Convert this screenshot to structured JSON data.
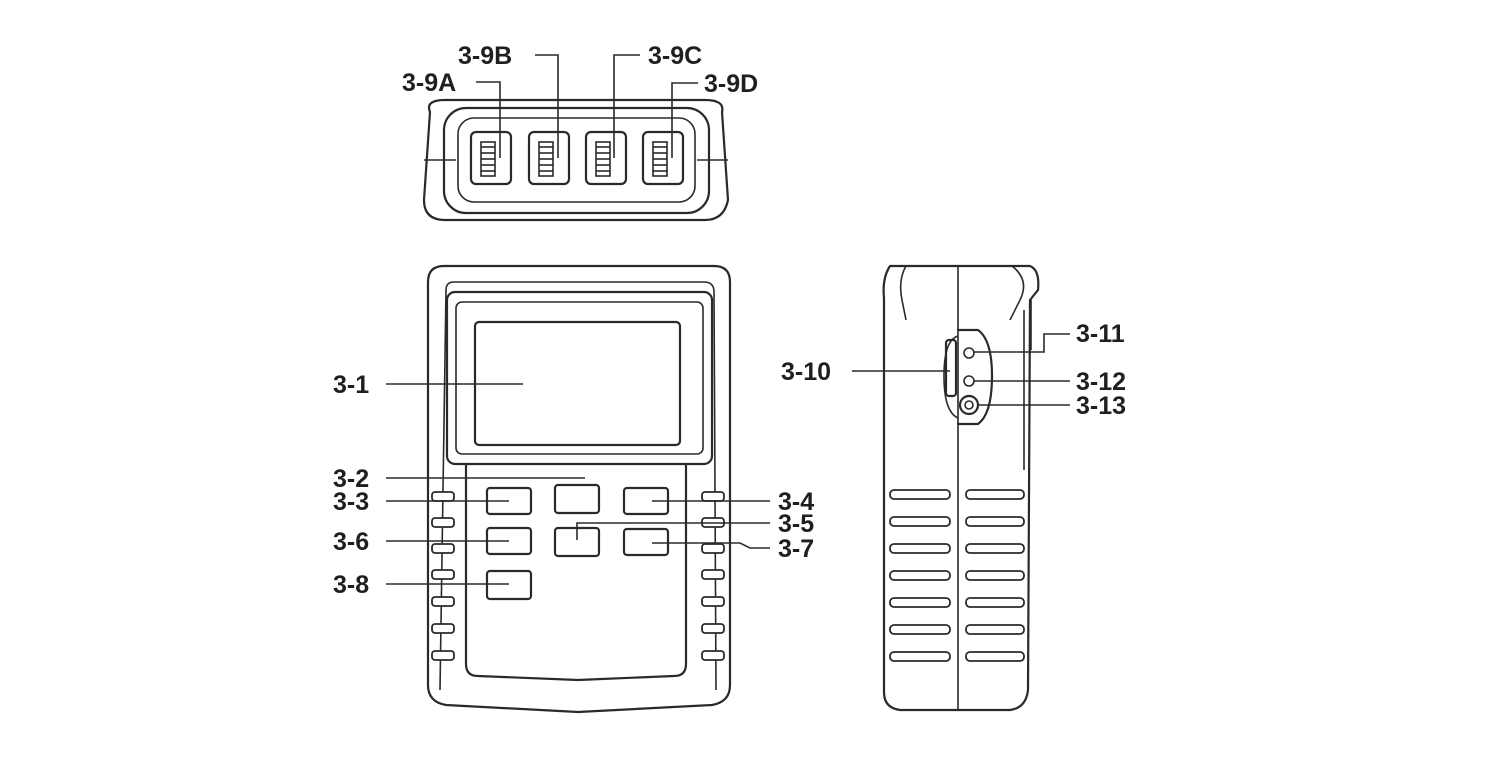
{
  "labels": {
    "c3_1": "3-1",
    "c3_2": "3-2",
    "c3_3": "3-3",
    "c3_4": "3-4",
    "c3_5": "3-5",
    "c3_6": "3-6",
    "c3_7": "3-7",
    "c3_8": "3-8",
    "c3_9a": "3-9A",
    "c3_9b": "3-9B",
    "c3_9c": "3-9C",
    "c3_9d": "3-9D",
    "c3_10": "3-10",
    "c3_11": "3-11",
    "c3_12": "3-12",
    "c3_13": "3-13"
  }
}
